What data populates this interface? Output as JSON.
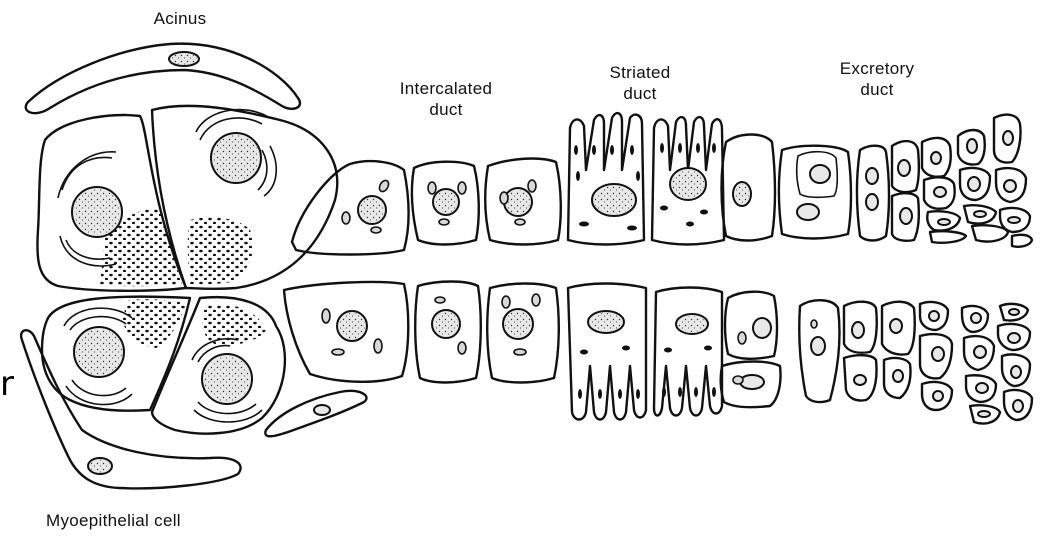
{
  "labels": {
    "acinus": "Acinus",
    "intercalated_duct": "Intercalated\nduct",
    "striated_duct": "Striated\nduct",
    "excretory_duct": "Excretory\nduct",
    "myoepithelial_cell": "Myoepithelial cell"
  },
  "side_mark": "r"
}
